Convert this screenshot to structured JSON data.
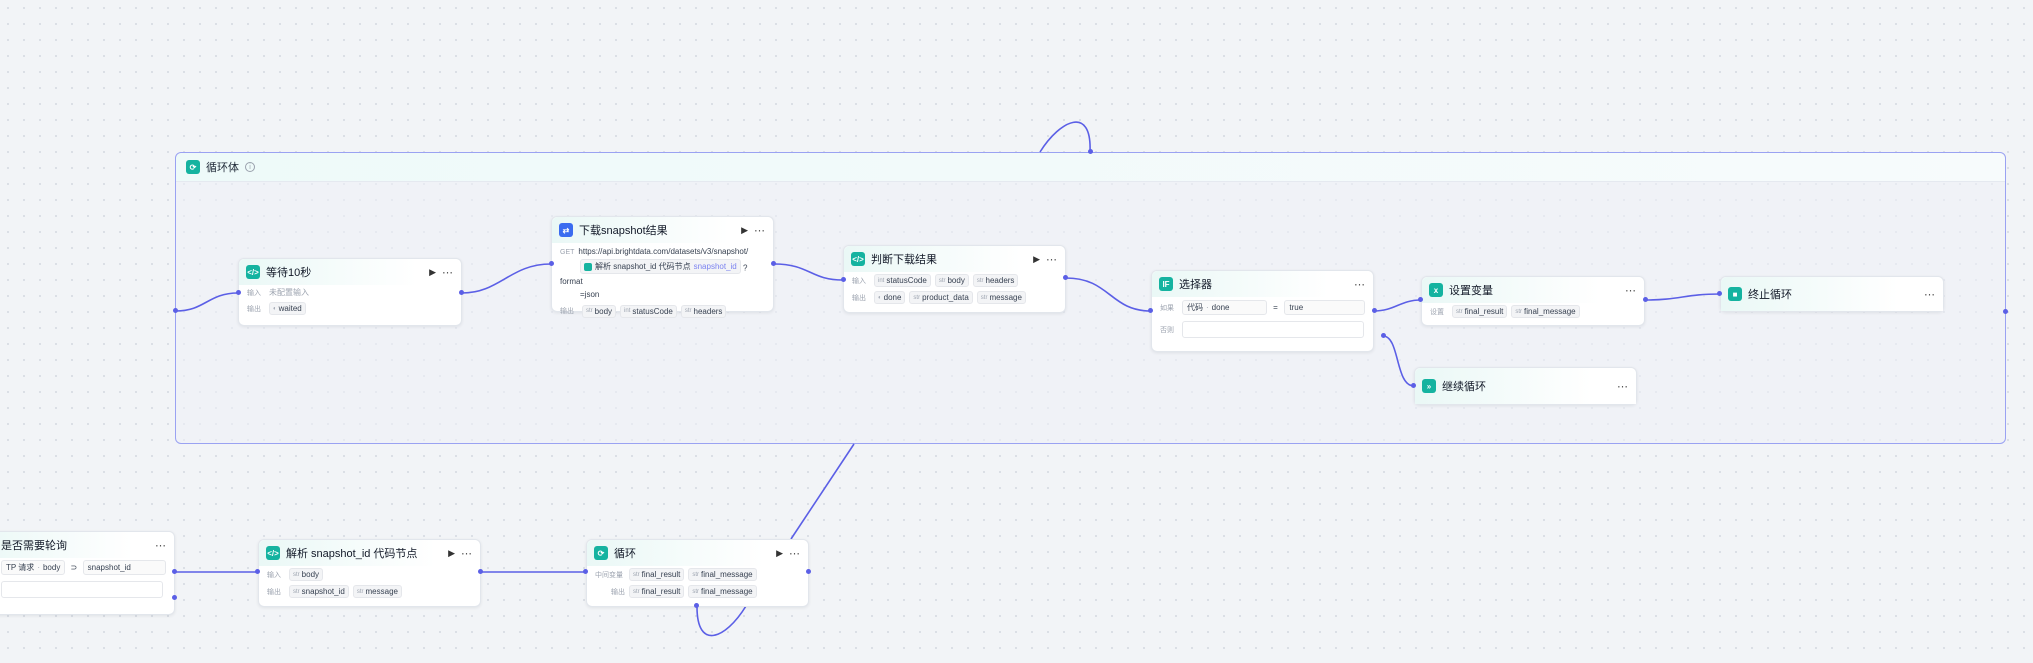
{
  "loop_body": {
    "title": "循环体"
  },
  "labels": {
    "input": "输入",
    "output": "输出",
    "if": "如果",
    "else": "否则",
    "set": "设置",
    "mid": "中间变量"
  },
  "nodes": {
    "wait": {
      "title": "等待10秒",
      "input_value": "未配置输入",
      "output": [
        "waited"
      ]
    },
    "download": {
      "title": "下载snapshot结果",
      "method": "GET",
      "url_line1": "https://api.brightdata.com/datasets/v3/snapshot/",
      "var_node": "解析 snapshot_id 代码节点",
      "var_name": "snapshot_id",
      "url_suffix": "?format",
      "url_line3": "=json",
      "output": [
        "body",
        "statusCode",
        "headers"
      ]
    },
    "judge": {
      "title": "判断下载结果",
      "input": [
        "statusCode",
        "body",
        "headers"
      ],
      "output": [
        "done",
        "product_data",
        "message"
      ]
    },
    "selector": {
      "title": "选择器",
      "cond_left_a": "代码",
      "cond_left_b": "done",
      "op": "=",
      "cond_right": "true"
    },
    "setvar": {
      "title": "设置变量",
      "set": [
        "final_result",
        "final_message"
      ]
    },
    "stop": {
      "title": "终止循环"
    },
    "continue": {
      "title": "继续循环"
    },
    "poll": {
      "title": "是否需要轮询",
      "cond_left_a": "TP 请求",
      "cond_left_b": "body",
      "op": "⊃",
      "cond_right": "snapshot_id"
    },
    "parse": {
      "title": "解析 snapshot_id 代码节点",
      "input": [
        "body"
      ],
      "output": [
        "snapshot_id",
        "message"
      ]
    },
    "loop": {
      "title": "循环",
      "mid": [
        "final_result",
        "final_message"
      ],
      "output": [
        "final_result",
        "final_message"
      ]
    }
  }
}
